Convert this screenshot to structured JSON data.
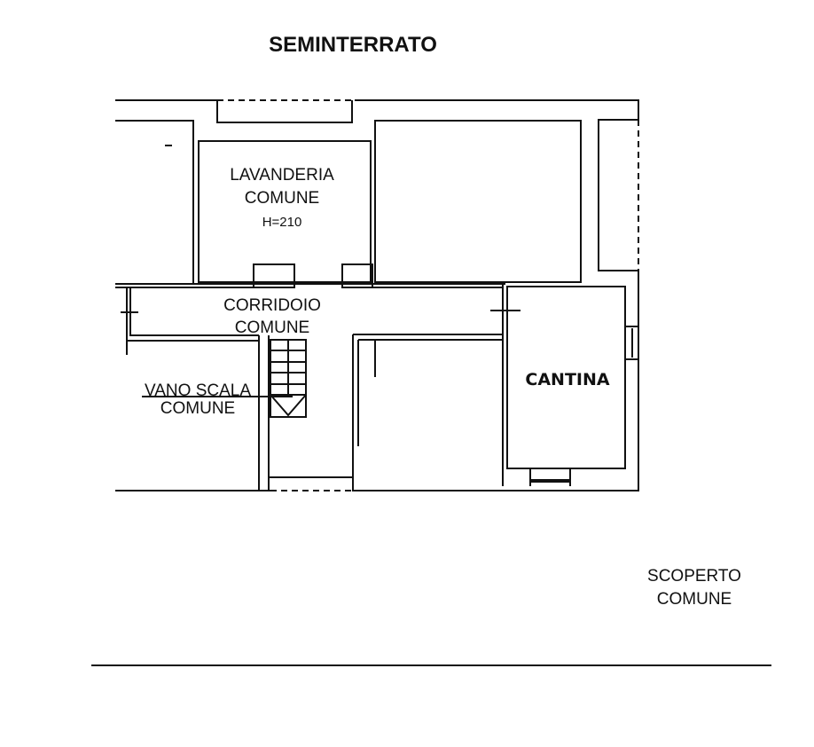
{
  "title": "SEMINTERRATO",
  "rooms": {
    "lavanderia": {
      "line1": "LAVANDERIA",
      "line2": "COMUNE",
      "height": "H=210"
    },
    "corridoio": {
      "line1": "CORRIDOIO",
      "line2": "COMUNE"
    },
    "vano_scala": {
      "line1": "VANO SCALA",
      "line2": "COMUNE"
    },
    "cantina": {
      "label": "CANTINA"
    },
    "scoperto": {
      "line1": "SCOPERTO",
      "line2": "COMUNE"
    }
  }
}
